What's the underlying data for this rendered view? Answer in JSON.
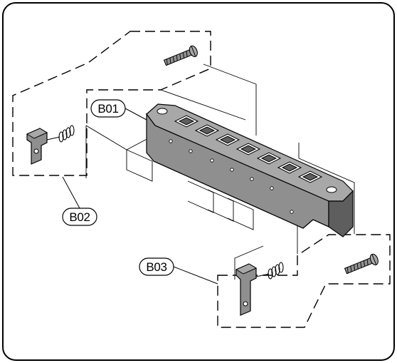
{
  "callouts": {
    "b01": "B01",
    "b02": "B02",
    "b03": "B03"
  },
  "colors": {
    "part_light": "#a8a8a8",
    "part_mid": "#8f8f8f",
    "part_dark": "#5e5e5e",
    "line": "#000000",
    "background": "#ffffff"
  },
  "icons": {
    "frame": "rounded-border-frame",
    "bridge": "saddle-bridge-body",
    "screw": "height-adjust-screw",
    "spring": "coil-spring",
    "clip": "retaining-clip"
  }
}
